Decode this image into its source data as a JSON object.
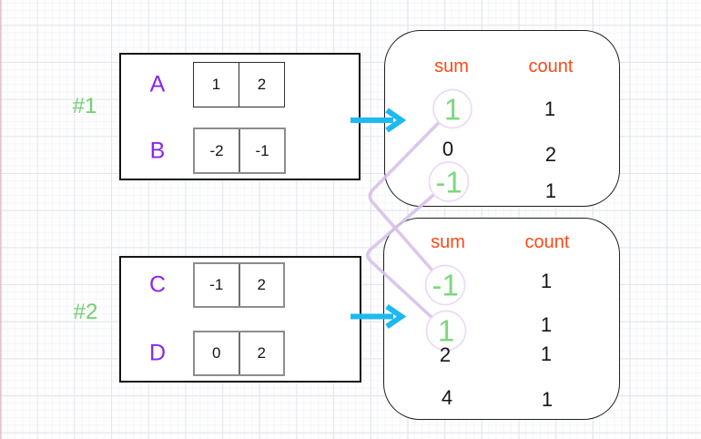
{
  "diagram": {
    "group1": {
      "label": "#1",
      "arrays": [
        {
          "name": "A",
          "cells": [
            "1",
            "2"
          ]
        },
        {
          "name": "B",
          "cells": [
            "-2",
            "-1"
          ]
        }
      ],
      "table": {
        "sum_header": "sum",
        "count_header": "count",
        "rows": [
          {
            "sum": "1",
            "count": "1",
            "highlighted": true
          },
          {
            "sum": "0",
            "count": "2",
            "highlighted": false
          },
          {
            "sum": "-1",
            "count": "1",
            "highlighted": true
          }
        ]
      }
    },
    "group2": {
      "label": "#2",
      "arrays": [
        {
          "name": "C",
          "cells": [
            "-1",
            "2"
          ]
        },
        {
          "name": "D",
          "cells": [
            "0",
            "2"
          ]
        }
      ],
      "table": {
        "sum_header": "sum",
        "count_header": "count",
        "rows": [
          {
            "sum": "-1",
            "count": "1",
            "highlighted": true
          },
          {
            "sum": "1",
            "count": "1",
            "highlighted": true
          },
          {
            "sum": "2",
            "count": "1",
            "highlighted": false
          },
          {
            "sum": "4",
            "count": "1",
            "highlighted": false
          }
        ]
      }
    },
    "connections": [
      {
        "from": "group1 sum 1",
        "to": "group2 sum -1"
      },
      {
        "from": "group1 sum -1",
        "to": "group2 sum 1"
      }
    ],
    "colors": {
      "purple_letters": "#8b25ee",
      "green_labels": "#70d170",
      "green_highlight_numbers": "#7cd87c",
      "orange_headers": "#fb4a15",
      "cyan_arrows": "#1fb9f2",
      "lavender_connectors": "#d9c3ec"
    }
  }
}
